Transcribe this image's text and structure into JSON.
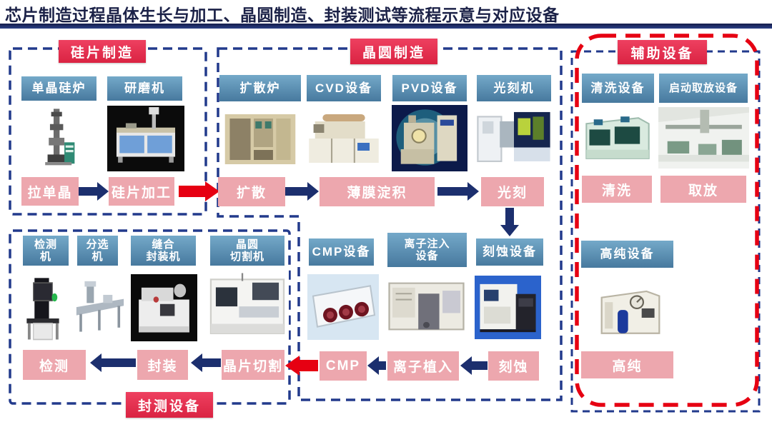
{
  "title": "芯片制造过程晶体生长与加工、晶圆制造、封装测试等流程示意与对应设备",
  "colors": {
    "navy_arrow": "#1c2f6e",
    "red_arrow": "#e60012",
    "tab_red": "#e02646",
    "equipment_label_blue": "#5590b4",
    "step_pink": "#eda7ae",
    "border_blue_dashed": "#223a8c",
    "border_red_dashed": "#e60012"
  },
  "sections": {
    "silicon": {
      "tab": "硅片制造",
      "equipment": [
        "单晶硅炉",
        "研磨机"
      ],
      "steps": [
        "拉单晶",
        "硅片加工"
      ]
    },
    "wafer": {
      "tab": "晶圆制造",
      "equipment_row1": [
        "扩散炉",
        "CVD设备",
        "PVD设备",
        "光刻机"
      ],
      "steps_row1": [
        "扩散",
        "薄膜淀积",
        "光刻"
      ],
      "equipment_row2": [
        "CMP设备",
        "离子注入\n设备",
        "刻蚀设备"
      ],
      "steps_row2": [
        "CMP",
        "离子植入",
        "刻蚀"
      ]
    },
    "packaging": {
      "tab": "封测设备",
      "equipment": [
        "检测\n机",
        "分选\n机",
        "缝合\n封装机",
        "晶圆\n切割机"
      ],
      "steps": [
        "检测",
        "封装",
        "晶片切割"
      ]
    },
    "auxiliary": {
      "tab": "辅助设备",
      "equipment": [
        "清洗设备",
        "启动取放设备",
        "高纯设备"
      ],
      "steps": [
        "清洗",
        "取放",
        "高纯"
      ]
    }
  }
}
